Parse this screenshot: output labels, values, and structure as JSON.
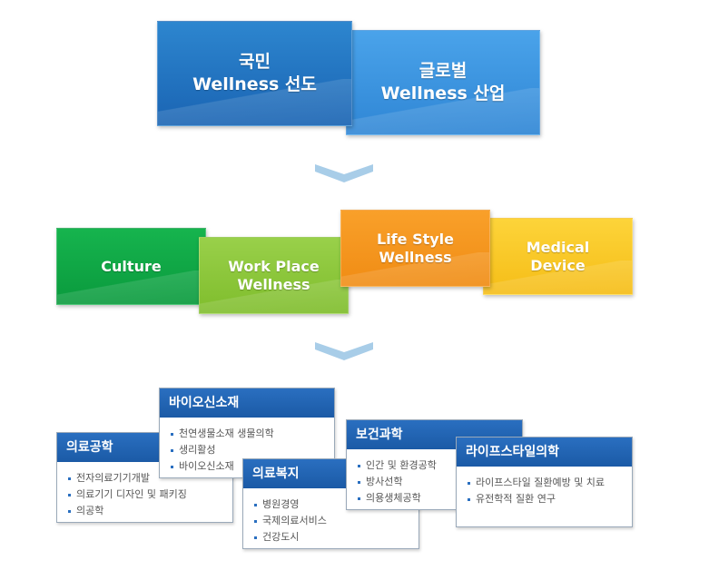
{
  "top_row": {
    "nation": "국민\nWellness 선도",
    "global": "글로벌\nWellness 산업"
  },
  "middle_row": {
    "culture": "Culture",
    "work_place": "Work Place\nWellness",
    "life_style": "Life Style\nWellness",
    "medical": "Medical\nDevice"
  },
  "cards": {
    "bio_material": {
      "title": "바이오신소재",
      "items": [
        "천연생물소재 생물의학",
        "생리활성",
        "바이오신소재"
      ]
    },
    "medical_engineering": {
      "title": "의료공학",
      "items": [
        "전자의료기기개발",
        "의료기기 디자인 및 패키징",
        "의공학"
      ]
    },
    "medical_welfare": {
      "title": "의료복지",
      "items": [
        "병원경영",
        "국제의료서비스",
        "건강도시"
      ]
    },
    "health_science": {
      "title": "보건과학",
      "items": [
        "인간 및 환경공학",
        "방사선학",
        "의용생체공학"
      ]
    },
    "lifestyle_medicine": {
      "title": "라이프스타일의학",
      "items": [
        "라이프스타일 질환예방 및 치료",
        "유전학적 질환 연구"
      ]
    }
  },
  "colors": {
    "blue_dark": "#1a64b3",
    "blue_light": "#2f86d5",
    "green": "#0a9a3d",
    "light_green": "#7fbd2c",
    "orange": "#f08c14",
    "yellow": "#f5bd17",
    "chevron": "#a8cde8",
    "card_header": "#1b5aa6"
  },
  "icons": {
    "arrow": "chevron-down-icon"
  }
}
